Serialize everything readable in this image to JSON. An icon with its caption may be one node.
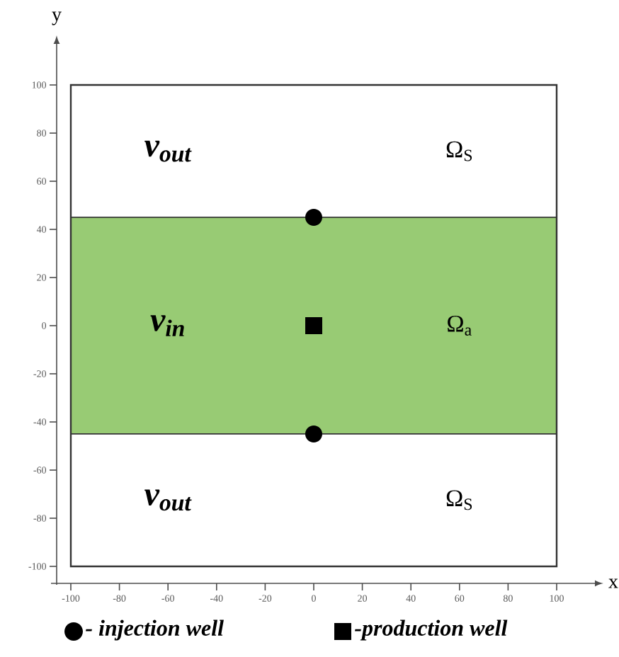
{
  "diagram": {
    "nodes": [
      {
        "text": [
          "v$_{out}$",
          "Ω$_{S}$"
        ]
      },
      {
        "text": [
          "v$_{in}$",
          "Ω$_{a}$"
        ]
      },
      {
        "text": [
          "v$_{out}$",
          "Ω$_{S}$"
        ]
      }
    ],
    "labels": [
      "y",
      "100",
      "80",
      "60",
      "40",
      "20",
      "0",
      "-20",
      "-40",
      "-60",
      "-80",
      "-100",
      "-100",
      "-80",
      "-60",
      "-40",
      "-20",
      "0",
      "20",
      "40",
      "60",
      "80",
      "100",
      "x"
    ],
    "legend": [
      {
        "text": "- injection well"
      },
      {
        "text": "-production well"
      }
    ]
  }
}
